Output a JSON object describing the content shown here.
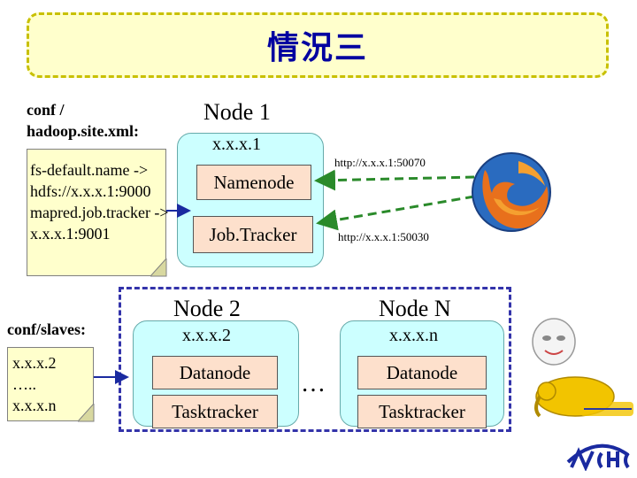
{
  "title": "情況三",
  "conf_site_label": "conf /\nhadoop.site.xml:",
  "conf_site_content": "fs-default.name ->\nhdfs://x.x.x.1:9000\nmapred.job.tracker ->\nx.x.x.1:9001",
  "conf_slaves_label": "conf/slaves:",
  "conf_slaves_content": "x.x.x.2\n…..\nx.x.x.n",
  "node1": {
    "title": "Node 1",
    "ip": "x.x.x.1",
    "services": [
      "Namenode",
      "Job.Tracker"
    ]
  },
  "node2": {
    "title": "Node 2",
    "ip": "x.x.x.2",
    "services": [
      "Datanode",
      "Tasktracker"
    ]
  },
  "nodeN": {
    "title": "Node N",
    "ip": "x.x.x.n",
    "services": [
      "Datanode",
      "Tasktracker"
    ]
  },
  "ellipsis": "…",
  "urls": [
    "http://x.x.x.1:50070",
    "http://x.x.x.1:50030"
  ],
  "logos": [
    "firefox-logo",
    "hadoop-elephant-logo",
    "nchc-logo"
  ],
  "colors": {
    "title": "#0000a0",
    "title_box_border": "#c8c000",
    "note_bg": "#ffffcc",
    "node_bg": "#ccffff",
    "service_bg": "#fde0cc",
    "dashed_box": "#3333aa",
    "green_arrow": "#2a8a2a",
    "blue_arrow": "#1a2aa0"
  }
}
